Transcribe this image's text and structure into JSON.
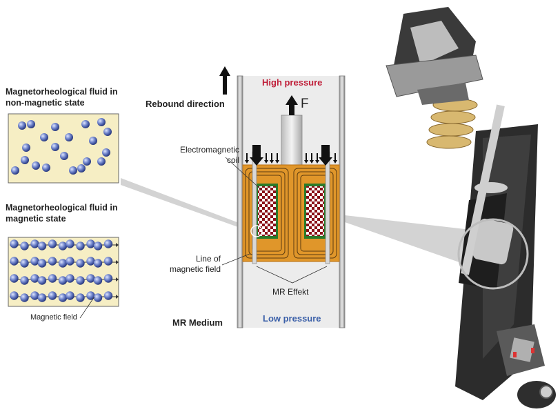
{
  "left_panels": {
    "non_magnetic": {
      "title_line1": "Magnetorheological fluid in",
      "title_line2": "non-magnetic state"
    },
    "magnetic": {
      "title_line1": "Magnetorheological fluid in",
      "title_line2": "magnetic state",
      "field_label": "Magnetic field"
    }
  },
  "center": {
    "rebound_direction": "Rebound direction",
    "high_pressure": "High pressure",
    "low_pressure": "Low pressure",
    "force_label": "F",
    "coil_label_line1": "Electromagnetic",
    "coil_label_line2": "coil",
    "field_line_label1": "Line of",
    "field_line_label2": "magnetic field",
    "mr_effect": "MR Effekt",
    "mr_medium": "MR Medium"
  },
  "colors": {
    "high_pressure": "#c0203a",
    "low_pressure": "#3a5fa8",
    "coil_orange": "#e0962a",
    "panel_fill": "#f6eec4",
    "particle": "#5a6fb8"
  }
}
